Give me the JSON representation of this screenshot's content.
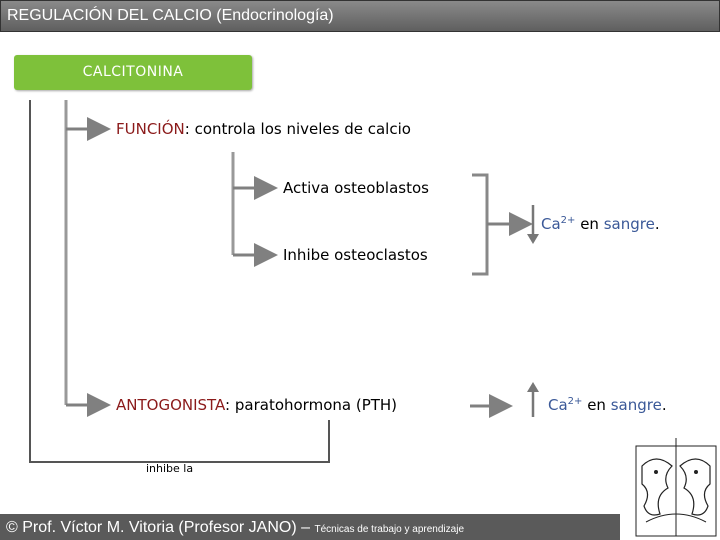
{
  "header": {
    "title": "REGULACIÓN DEL CALCIO (Endocrinología)"
  },
  "calcitonina": {
    "label": "CALCITONINA"
  },
  "funcion": {
    "term": "FUNCIÓN",
    "text": ": controla los niveles de calcio"
  },
  "activa": {
    "text": "Activa osteoblastos"
  },
  "inhibe": {
    "text": "Inhibe osteoclastos"
  },
  "result1": {
    "ca": "Ca",
    "charge": "2+",
    "en": " en ",
    "sangre": "sangre",
    "end": "."
  },
  "antagonista": {
    "term": "ANTOGONISTA",
    "text": ": paratohormona (PTH)"
  },
  "result2": {
    "ca": "Ca",
    "charge": "2+",
    "en": " en ",
    "sangre": "sangre",
    "end": "."
  },
  "inhibe_la": {
    "text": "inhibe la"
  },
  "footer": {
    "main": "© Prof. Víctor M. Vitoria (Profesor JANO) – ",
    "sub": "Técnicas de trabajo y aprendizaje"
  },
  "colors": {
    "accent_green": "#7ec13a",
    "term_red": "#8b1a1a",
    "blue": "#3b5998",
    "arrow_gray": "#808080"
  }
}
